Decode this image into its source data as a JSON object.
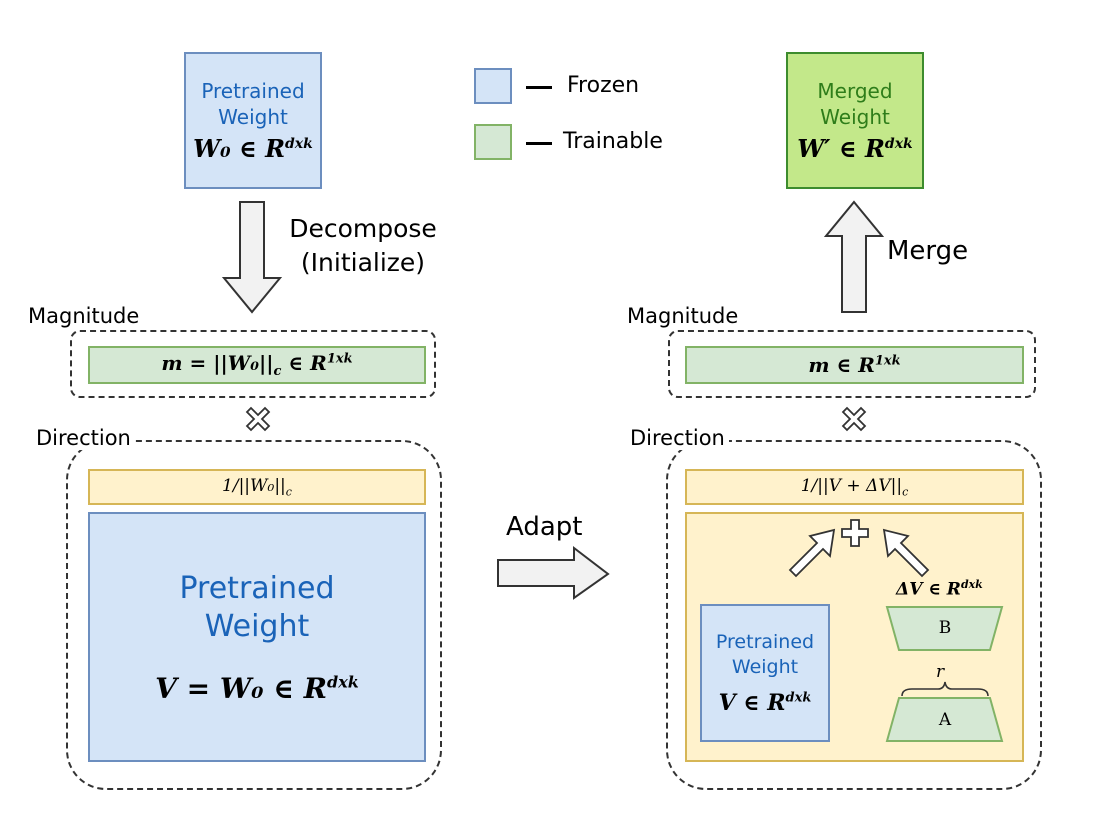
{
  "legend": {
    "frozen": "Frozen",
    "trainable": "Trainable"
  },
  "top_left": {
    "title_line1": "Pretrained",
    "title_line2": "Weight",
    "formula": "W₀ ∈ R",
    "formula_sup": "dxk"
  },
  "decompose": {
    "line1": "Decompose",
    "line2": "(Initialize)"
  },
  "left": {
    "magnitude_label": "Magnitude",
    "magnitude_formula": "m = ||W₀||",
    "magnitude_sub": "c",
    "magnitude_tail": " ∈ R",
    "magnitude_sup": "1xk",
    "direction_label": "Direction",
    "norm_formula": "1/||W₀||",
    "norm_sub": "c",
    "pretrained_line1": "Pretrained",
    "pretrained_line2": "Weight",
    "v_formula": "V = W₀ ∈ R",
    "v_sup": "dxk"
  },
  "adapt": "Adapt",
  "merge": "Merge",
  "top_right": {
    "title_line1": "Merged",
    "title_line2": "Weight",
    "formula": "W′ ∈ R",
    "formula_sup": "dxk"
  },
  "right": {
    "magnitude_label": "Magnitude",
    "magnitude_formula": "m ∈ R",
    "magnitude_sup": "1xk",
    "direction_label": "Direction",
    "norm_formula": "1/||V + ΔV||",
    "norm_sub": "c",
    "pretrained_line1": "Pretrained",
    "pretrained_line2": "Weight",
    "v_formula": "V ∈ R",
    "v_sup": "dxk",
    "delta_formula": "ΔV ∈ R",
    "delta_sup": "dxk",
    "b_label": "B",
    "a_label": "A",
    "r_label": "r"
  }
}
